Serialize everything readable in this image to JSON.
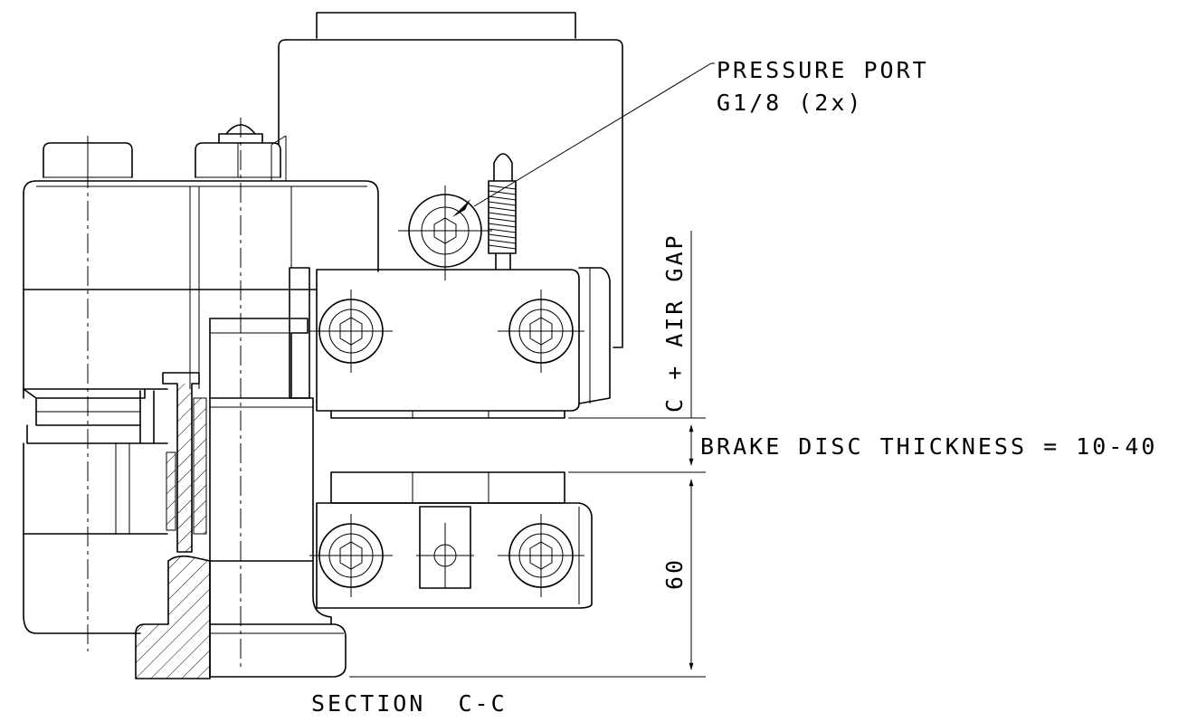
{
  "labels": {
    "pressure_port_line1": "PRESSURE PORT",
    "pressure_port_line2": "G1/8 (2x)",
    "air_gap": "C + AIR GAP",
    "disc_thickness": "BRAKE DISC THICKNESS = 10-40",
    "height_60": "60",
    "section": "SECTION  C-C"
  }
}
